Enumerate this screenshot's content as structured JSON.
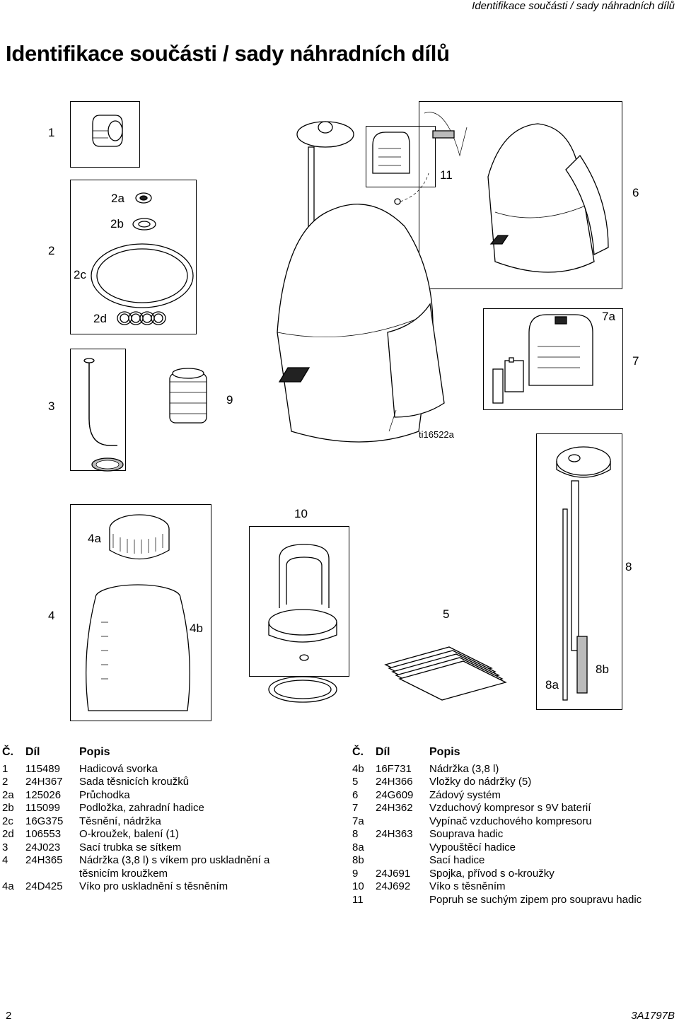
{
  "header": {
    "running_title": "Identifikace součásti / sady náhradních dílů"
  },
  "page_title": "Identifikace součásti / sady náhradních dílů",
  "callouts": {
    "c1": "1",
    "c2": "2",
    "c2a": "2a",
    "c2b": "2b",
    "c2c": "2c",
    "c2d": "2d",
    "c3": "3",
    "c9": "9",
    "c11": "11",
    "c6": "6",
    "c7a": "7a",
    "c7": "7",
    "fig_id": "ti16522a",
    "c10": "10",
    "c4a": "4a",
    "c8": "8",
    "c4": "4",
    "c4b": "4b",
    "c5": "5",
    "c8a": "8a",
    "c8b": "8b"
  },
  "left_table": {
    "headers": [
      "Č.",
      "Díl",
      "Popis"
    ],
    "rows": [
      [
        "1",
        "115489",
        "Hadicová svorka"
      ],
      [
        "2",
        "24H367",
        "Sada těsnicích kroužků"
      ],
      [
        "2a",
        "125026",
        "Průchodka"
      ],
      [
        "2b",
        "115099",
        "Podložka, zahradní hadice"
      ],
      [
        "2c",
        "16G375",
        "Těsnění, nádržka"
      ],
      [
        "2d",
        "106553",
        "O-kroužek, balení (1)"
      ],
      [
        "3",
        "24J023",
        "Sací trubka se sítkem"
      ],
      [
        "4",
        "24H365",
        "Nádržka (3,8 l) s víkem pro uskladnění a těsnicím kroužkem"
      ],
      [
        "4a",
        "24D425",
        "Víko pro uskladnění s těsněním"
      ]
    ]
  },
  "right_table": {
    "headers": [
      "Č.",
      "Díl",
      "Popis"
    ],
    "rows": [
      [
        "4b",
        "16F731",
        "Nádržka (3,8 l)"
      ],
      [
        "5",
        "24H366",
        "Vložky do nádržky (5)"
      ],
      [
        "6",
        "24G609",
        "Zádový systém"
      ],
      [
        "7",
        "24H362",
        "Vzduchový kompresor s 9V baterií"
      ],
      [
        "7a",
        "",
        "Vypínač vzduchového kompresoru"
      ],
      [
        "8",
        "24H363",
        "Souprava hadic"
      ],
      [
        "8a",
        "",
        "Vypouštěcí hadice"
      ],
      [
        "8b",
        "",
        "Sací hadice"
      ],
      [
        "9",
        "24J691",
        "Spojka, přívod s o-kroužky"
      ],
      [
        "10",
        "24J692",
        "Víko s těsněním"
      ],
      [
        "11",
        "",
        "Popruh se suchým zipem pro soupravu hadic"
      ]
    ]
  },
  "footer": {
    "page_number": "2",
    "doc_id": "3A1797B"
  },
  "colors": {
    "text": "#000000",
    "background": "#ffffff",
    "line_art": "#000000"
  }
}
